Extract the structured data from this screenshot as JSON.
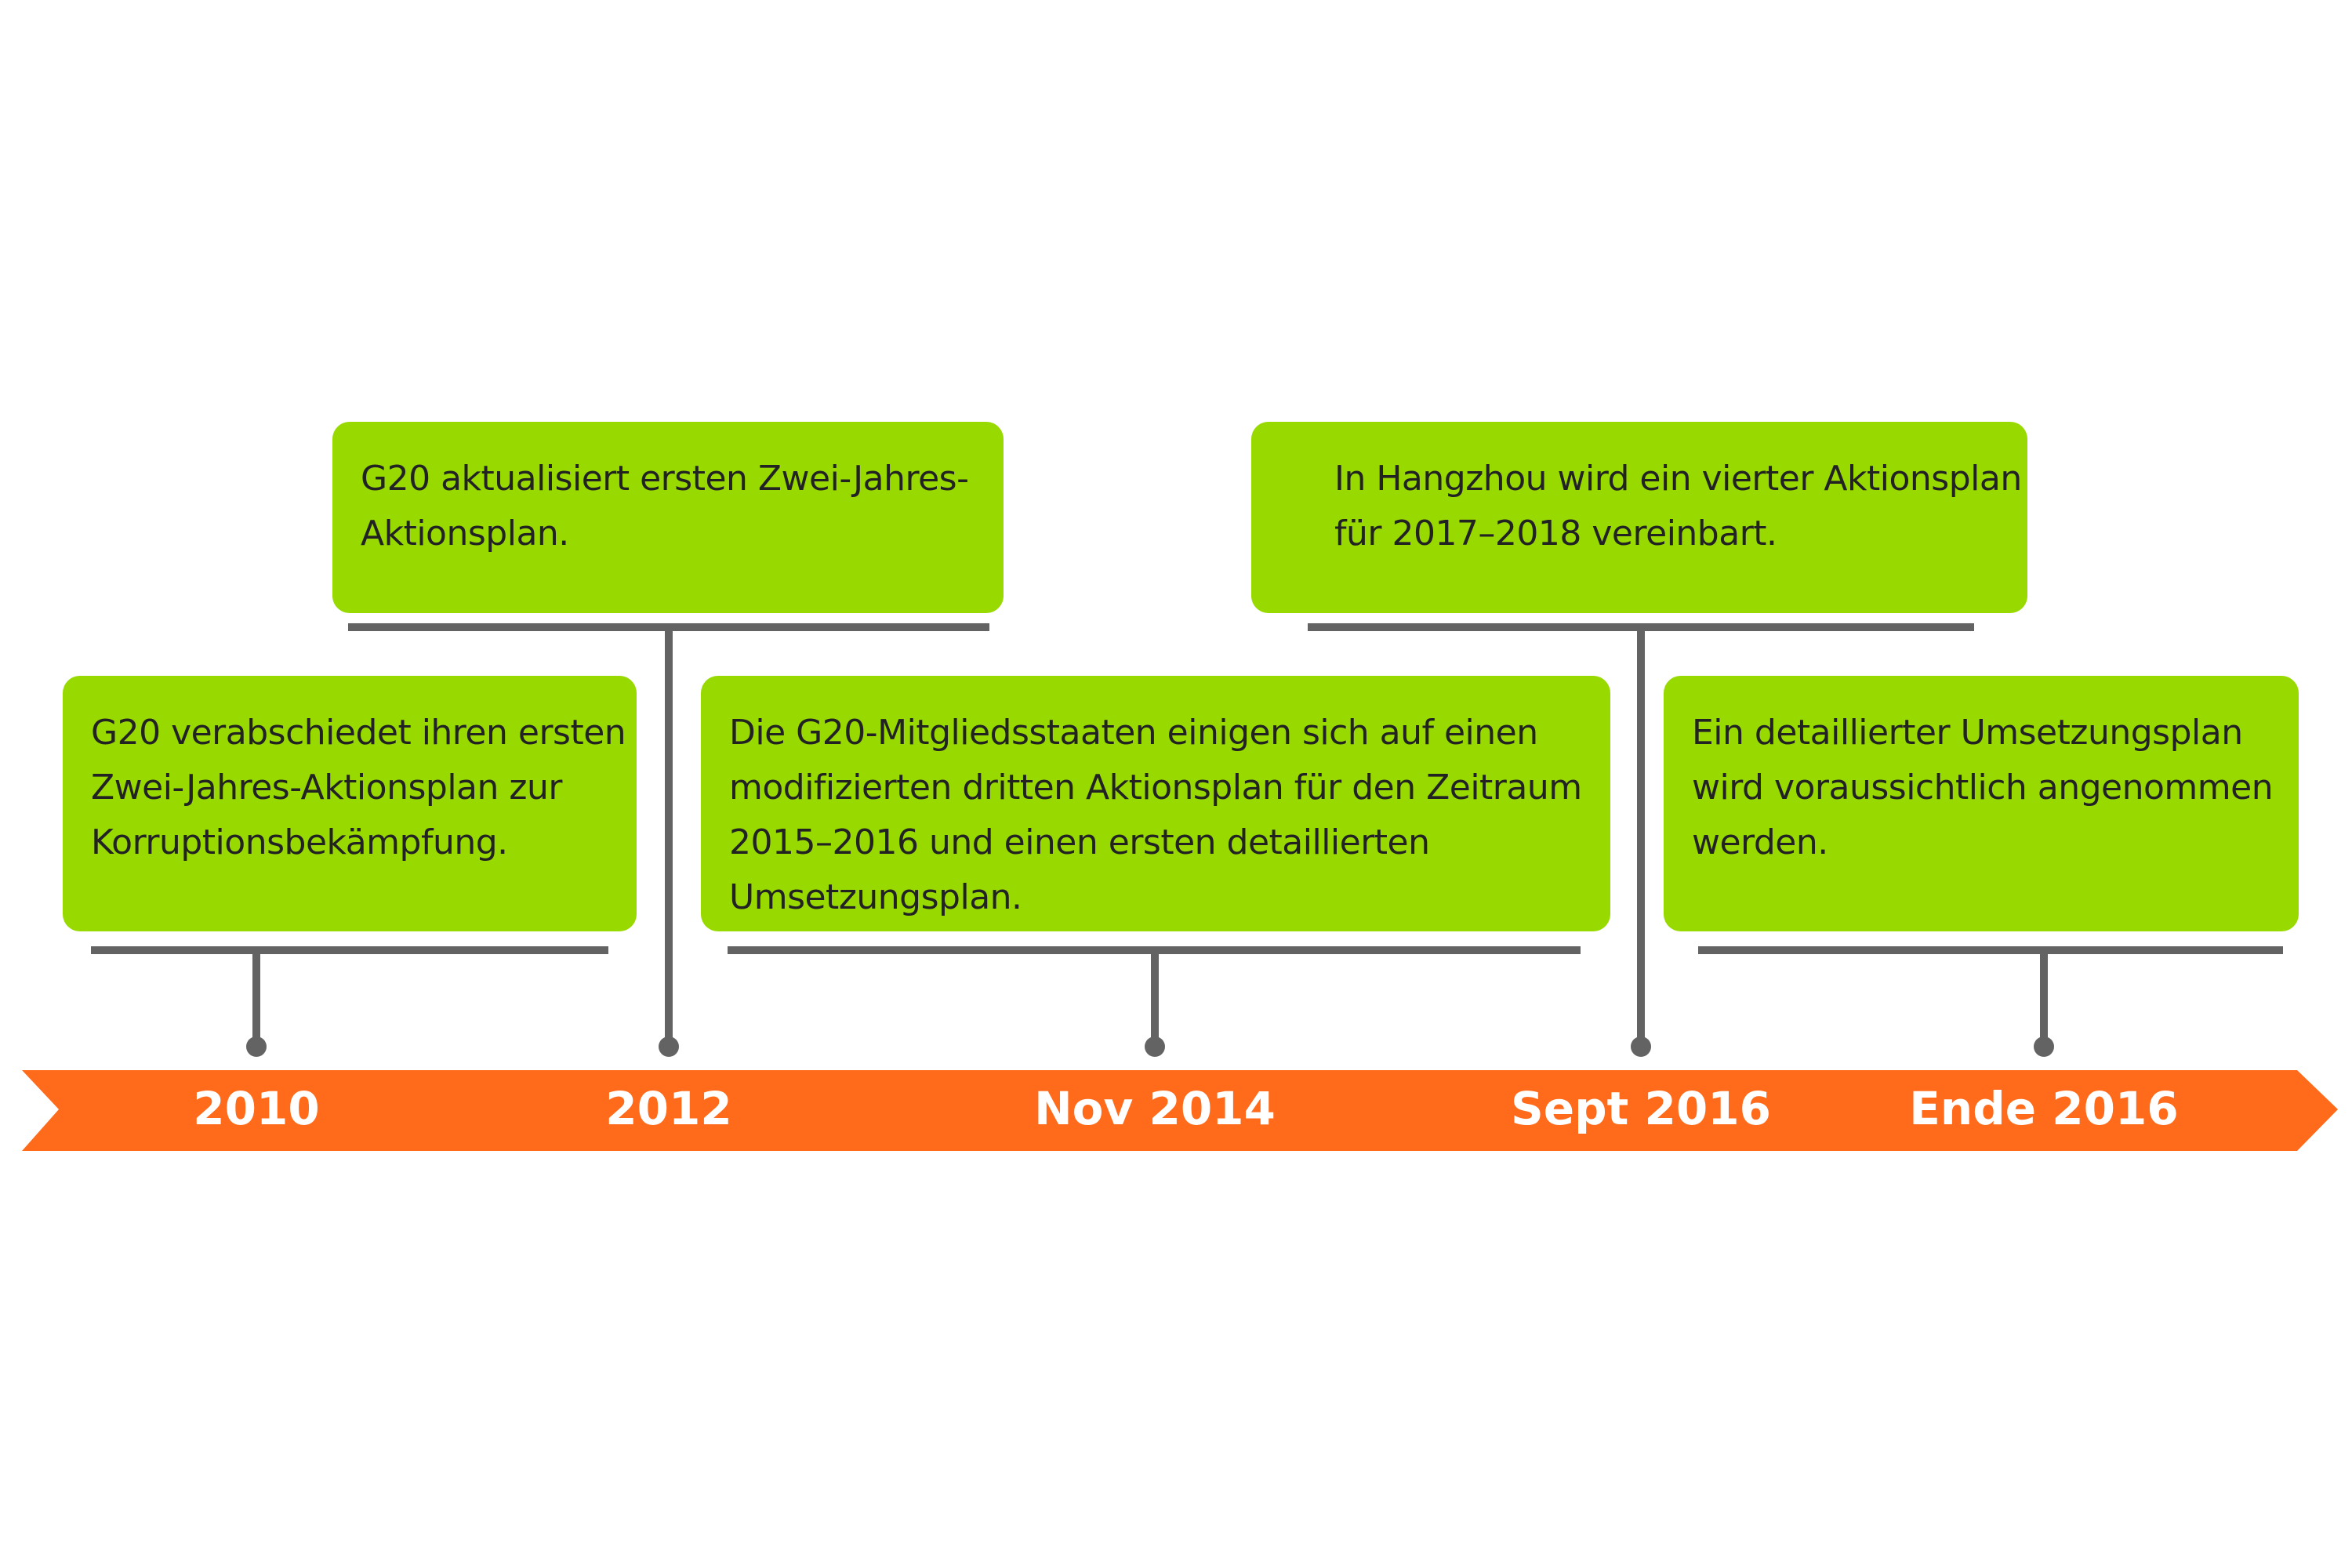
{
  "accent_color": "#98d900",
  "arrow_color": "#ff6b1a",
  "line_color": "#636363",
  "events": [
    {
      "year": "2010",
      "lines": [
        "G20 verabschiedet ihren ersten",
        "Zwei-Jahres-Aktionsplan zur",
        "Korruptionsbekämpfung."
      ]
    },
    {
      "year": "2012",
      "lines": [
        "G20 aktualisiert ersten Zwei-Jahres-",
        "Aktionsplan."
      ]
    },
    {
      "year": "Nov 2014",
      "lines": [
        "Die G20-Mitgliedsstaaten einigen sich auf einen",
        "modifizierten dritten Aktionsplan für den Zeitraum",
        "2015–2016 und einen ersten detaillierten",
        "Umsetzungsplan."
      ]
    },
    {
      "year": "Sept 2016",
      "lines": [
        "In Hangzhou wird ein vierter Aktionsplan",
        "für 2017–2018 vereinbart."
      ]
    },
    {
      "year": "Ende 2016",
      "lines": [
        "Ein detaillierter Umsetzungsplan",
        "wird voraussichtlich angenommen",
        "werden."
      ]
    }
  ]
}
